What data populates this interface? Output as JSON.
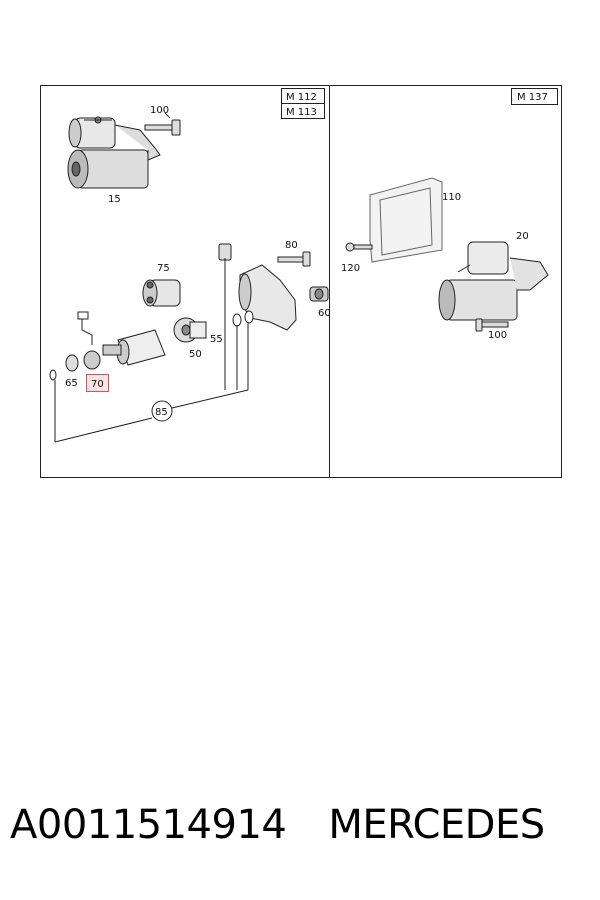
{
  "panel_left": {
    "model_tags": [
      "M 112",
      "M 113"
    ],
    "callouts": {
      "c100": "100",
      "c15": "15",
      "c75": "75",
      "c80": "80",
      "c60": "60",
      "c55": "55",
      "c50": "50",
      "c65": "65",
      "c70": "70",
      "c85": "85"
    }
  },
  "panel_right": {
    "model_tag": "M 137",
    "callouts": {
      "c110": "110",
      "c20": "20",
      "c120": "120",
      "c100": "100"
    }
  },
  "highlight": {
    "part": "70",
    "color": "#e05050"
  },
  "footer": {
    "part_number": "A0011514914",
    "brand": "MERCEDES"
  }
}
